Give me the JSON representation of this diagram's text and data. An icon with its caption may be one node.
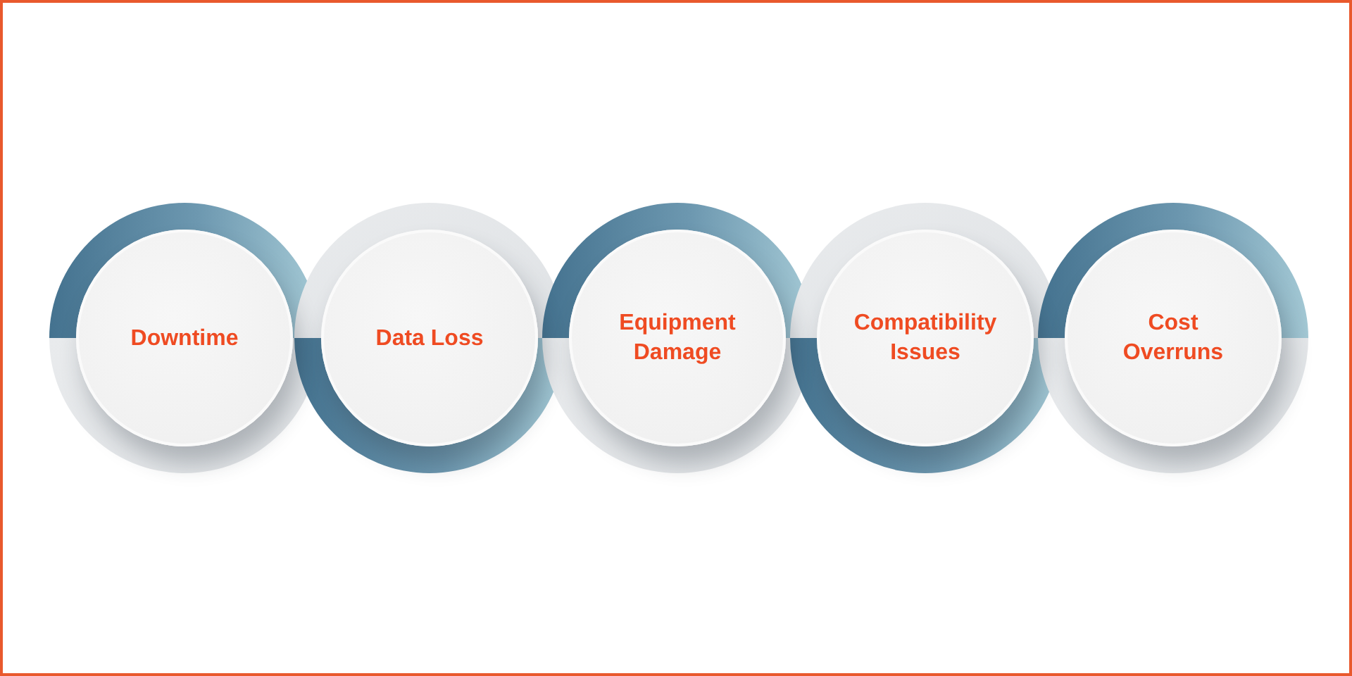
{
  "diagram": {
    "nodes": [
      {
        "text": [
          "Downtime"
        ]
      },
      {
        "text": [
          "Data Loss"
        ]
      },
      {
        "text": [
          "Equipment Damage"
        ]
      },
      {
        "text": [
          "Compatibility Issues"
        ]
      },
      {
        "text": [
          "Cost Overruns"
        ]
      }
    ]
  }
}
